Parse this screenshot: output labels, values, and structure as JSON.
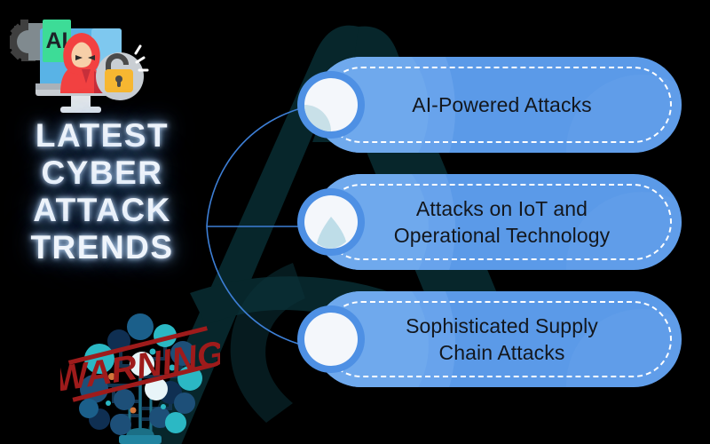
{
  "title": {
    "lines": [
      "LATEST",
      "CYBER",
      "ATTACK",
      "TRENDS"
    ],
    "color": "#eef4fb",
    "glow_color": "#8ec6ff"
  },
  "header_icon": {
    "name": "ai-hacker-monitor-icon",
    "chip_label": "AI",
    "colors": {
      "gear": "#4d4d4d",
      "gear_inner": "#7a8084",
      "chip": "#3ddc97",
      "chip_text": "#222222",
      "monitor_screen": "#59b3e6",
      "monitor_screen_light": "#7ec8ef",
      "monitor_body": "#c8cdd2",
      "hacker_robe": "#f24141",
      "hacker_robe_dark": "#c72f3a",
      "hacker_face": "#f7cfa8",
      "lock_circle": "#c9ced3",
      "lock_body": "#f7b731"
    }
  },
  "tree_illustration": {
    "name": "tech-tree-warning-illustration",
    "stamp_text": "WARNING",
    "colors": {
      "stamp": "#9e1b1b",
      "trunk": "#1b6f86",
      "trunk_light": "#2aa5b8",
      "node_teal": "#2bb8c4",
      "node_blue": "#1d4f78",
      "node_dark": "#0f2f52",
      "branch": "#12344f",
      "dot_orange": "#d2763b",
      "leaf_white": "#e8f4f8"
    }
  },
  "background": {
    "watermark_color": "#07262b",
    "page_color": "#000000"
  },
  "connector": {
    "name": "bracket-connector",
    "color": "#3d7fd6"
  },
  "cards": [
    {
      "id": "card-ai-powered-attacks",
      "label": "AI-Powered Attacks",
      "node_name": "node-marker-1",
      "pill_color": "#5b9ae8",
      "dash_color": "#ffffff",
      "text_color": "#13171d",
      "node_fill": "#f4f7fb",
      "node_ring": "#5b9ae8",
      "node_accent": "#c3dde6",
      "node_accent_shape": "blob-bottom-left"
    },
    {
      "id": "card-iot-ot-attacks",
      "label": "Attacks on IoT and\nOperational Technology",
      "node_name": "node-marker-2",
      "pill_color": "#5b9ae8",
      "dash_color": "#ffffff",
      "text_color": "#13171d",
      "node_fill": "#f4f7fb",
      "node_ring": "#5b9ae8",
      "node_accent": "#bedde8",
      "node_accent_shape": "flame-center"
    },
    {
      "id": "card-supply-chain-attacks",
      "label": "Sophisticated Supply\nChain Attacks",
      "node_name": "node-marker-3",
      "pill_color": "#5b9ae8",
      "dash_color": "#ffffff",
      "text_color": "#13171d",
      "node_fill": "#f4f7fb",
      "node_ring": "#5b9ae8",
      "node_accent": "#f4f7fb",
      "node_accent_shape": "plain"
    }
  ]
}
